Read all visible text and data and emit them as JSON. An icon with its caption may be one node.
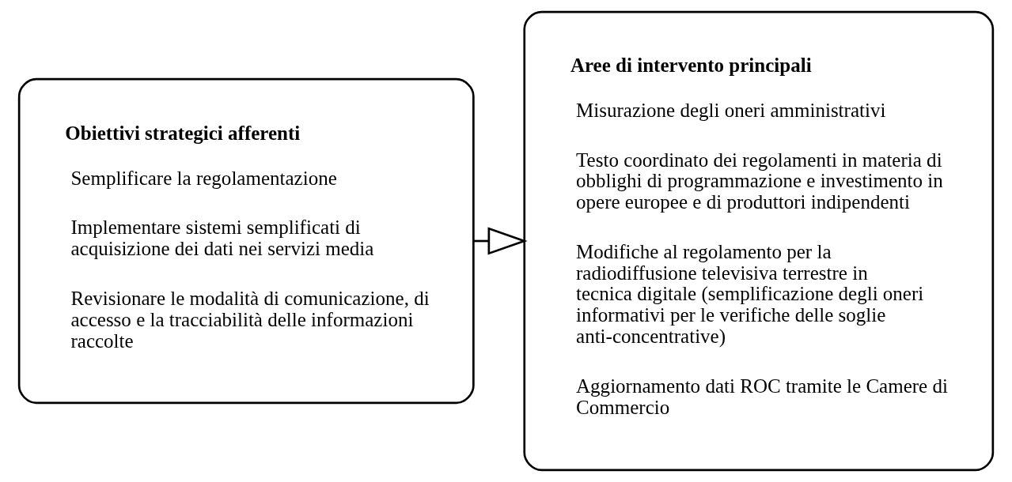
{
  "diagram": {
    "nodes": [
      {
        "text": [
          "Obiettivi strategici afferenti",
          "Semplificare la regolamentazione",
          "Implementare sistemi semplificati di acquisizione dei dati nei servizi media",
          "Revisionare le modalità di comunicazione, di accesso e la tracciabilità delle informazioni raccolte"
        ]
      },
      {
        "text": [
          "Aree di intervento principali",
          "Misurazione degli oneri amministrativi",
          "Testo coordinato dei regolamenti in materia di obblighi di programmazione e investimento in opere europee e di produttori indipendenti",
          "Modifiche al regolamento per la radiodiffusione televisiva terrestre in tecnica digitale (semplificazione degli oneri informativi per le verifiche delle soglie anti-concentrative)",
          "Aggiornamento dati ROC tramite le Camere di Commercio"
        ]
      }
    ],
    "edges": [
      {
        "from": 0,
        "to": 1,
        "arrow": "to"
      }
    ]
  }
}
